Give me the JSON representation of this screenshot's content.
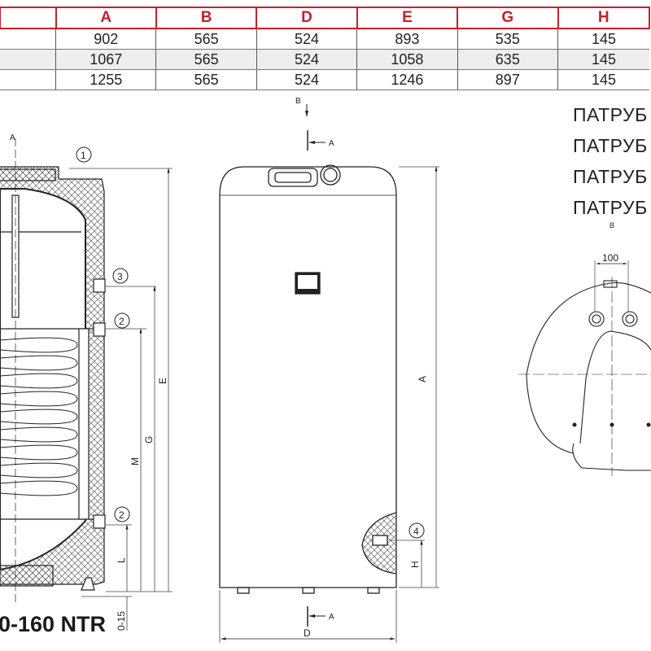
{
  "table": {
    "headers": [
      "",
      "A",
      "B",
      "D",
      "E",
      "G",
      "H"
    ],
    "rows": [
      [
        "",
        "902",
        "565",
        "524",
        "893",
        "535",
        "145"
      ],
      [
        "",
        "1067",
        "565",
        "524",
        "1058",
        "635",
        "145"
      ],
      [
        "",
        "1255",
        "565",
        "524",
        "1246",
        "897",
        "145"
      ]
    ]
  },
  "legend_labels": [
    "ПАТРУБ",
    "ПАТРУБ",
    "ПАТРУБ",
    "ПАТРУБ"
  ],
  "model_label": "0-160 NTR",
  "callouts": {
    "c1": "1",
    "c2a": "2",
    "c3": "3",
    "c2b": "2",
    "c4": "4"
  },
  "dimensions": {
    "A": "A",
    "B": "B",
    "D": "D",
    "E": "E",
    "G": "G",
    "H": "H",
    "M": "M",
    "L": "L",
    "foot": "0-15",
    "spacing": "100",
    "section": "A"
  },
  "colors": {
    "accent": "#c8202a",
    "line": "#222222"
  }
}
